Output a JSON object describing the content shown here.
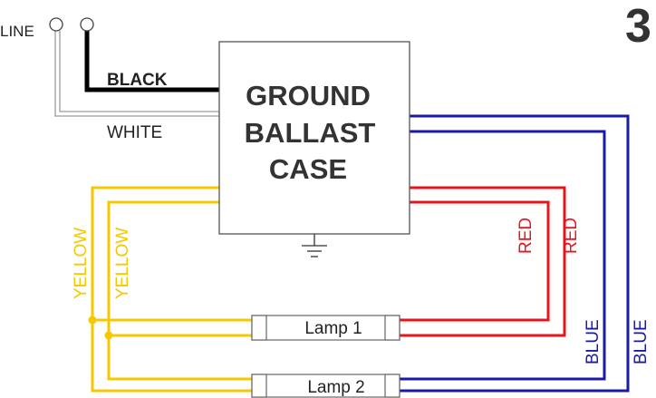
{
  "step_number": "3",
  "line_label": "LINE",
  "wires": {
    "black": {
      "label": "BLACK",
      "color": "#000000"
    },
    "white": {
      "label": "WHITE",
      "color": "#9a9a9a"
    },
    "yellow": {
      "label": "YELLOW",
      "color": "#f5c800"
    },
    "red": {
      "label": "RED",
      "color": "#e8141e"
    },
    "blue": {
      "label": "BLUE",
      "color": "#1a1aa8"
    }
  },
  "ballast": {
    "lines": [
      "GROUND",
      "BALLAST",
      "CASE"
    ],
    "border_color": "#555555"
  },
  "lamps": [
    {
      "label": "Lamp 1"
    },
    {
      "label": "Lamp 2"
    }
  ],
  "ground_symbol": "ground-icon"
}
